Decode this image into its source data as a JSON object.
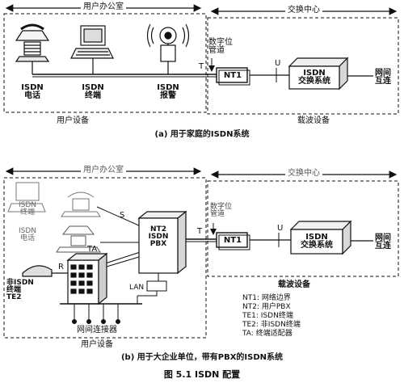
{
  "top": {
    "user_office": "用户办公室",
    "exchange_center": "交换中心",
    "isdn_phone": "ISDN\n电话",
    "isdn_terminal": "ISDN\n终端",
    "isdn_alarm": "ISDN\n报警",
    "digital_pipe": "数字位\n管道",
    "t_label": "T",
    "u_label": "U",
    "nt1": "NT1",
    "isdn_exchange": "ISDN\n交换系统",
    "internetwork": "网间\n互连",
    "user_equipment": "用户设备",
    "carrier_equipment": "载波设备",
    "caption": "(a) 用于家庭的ISDN系统"
  },
  "bottom": {
    "user_office": "用户办公室",
    "exchange_center": "交换中心",
    "isdn_terminal": "ISDN\n终端",
    "isdn_phone": "ISDN\n电话",
    "nt2_pbx": "NT2\nISDN\nPBX",
    "s_label": "S",
    "t_label": "T",
    "u_label": "U",
    "r_label": "R",
    "ta_label": "TA",
    "non_isdn_terminal": "非ISDN\n终端\nTE2",
    "lan": "LAN",
    "internetworking_device": "网间连接器",
    "digital_pipe": "数字位\n管道",
    "nt1": "NT1",
    "isdn_exchange": "ISDN\n交换系统",
    "internetwork": "网间\n互连",
    "user_equipment": "用户设备",
    "carrier_equipment": "载波设备",
    "legend": [
      "NT1: 网络边界",
      "NT2: 用户PBX",
      "TE1: ISDN终端",
      "TE2: 非ISDN终端",
      "TA: 终端适配器"
    ],
    "caption": "(b) 用于大企业单位，带有PBX的ISDN系统"
  },
  "figure_title": "图 5.1   ISDN 配置"
}
